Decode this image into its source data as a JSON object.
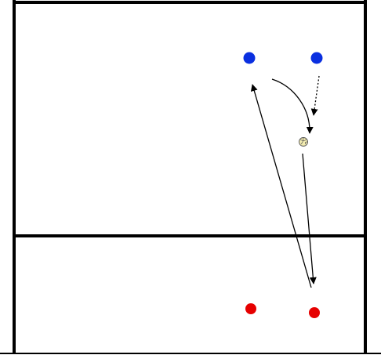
{
  "colors": {
    "background": "#ffffff",
    "court_line": "#000000",
    "team_blue": "#0a2fe0",
    "team_red": "#e60000",
    "ball_fill": "#f2ebb0",
    "arrow": "#000000"
  },
  "players": [
    {
      "id": "blue-player-left",
      "team": "blue"
    },
    {
      "id": "blue-player-right",
      "team": "blue"
    },
    {
      "id": "red-player-left",
      "team": "red"
    },
    {
      "id": "red-player-right",
      "team": "red"
    }
  ],
  "ball": {
    "icon": "volleyball-icon"
  },
  "movements": [
    {
      "id": "ball-pass-to-red",
      "style": "solid",
      "from": "ball",
      "to": "red-player-right"
    },
    {
      "id": "ball-return-to-blue",
      "style": "solid",
      "from": "red-player-right",
      "to": "blue-player-left"
    },
    {
      "id": "blue-run-curve",
      "style": "solid-curve",
      "from": "blue-player-left",
      "to": "ball"
    },
    {
      "id": "blue-move-dotted",
      "style": "dotted",
      "from": "blue-player-right",
      "to": "ball"
    }
  ]
}
